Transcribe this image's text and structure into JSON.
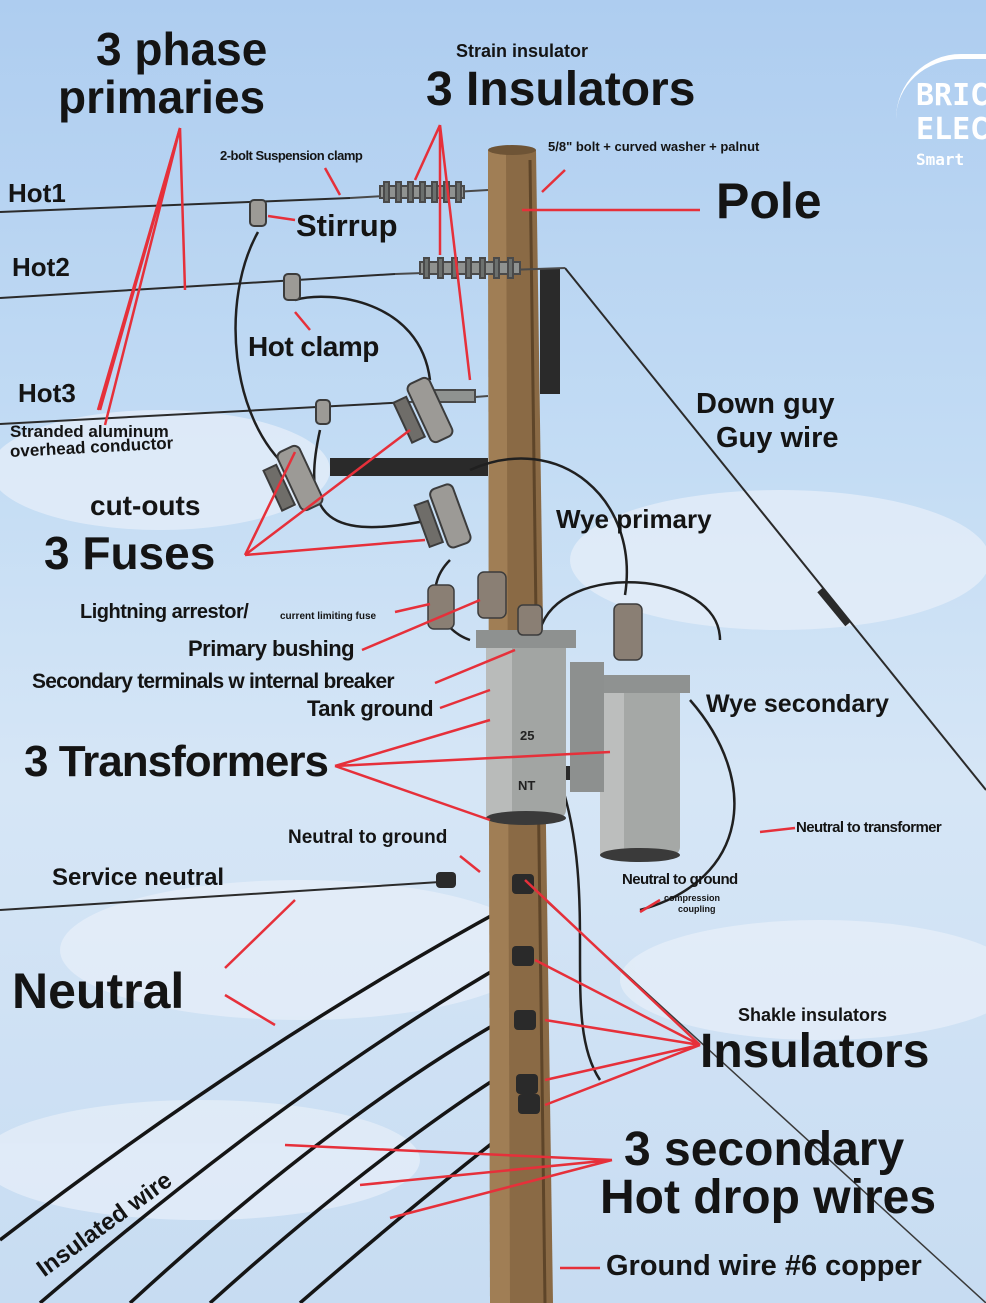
{
  "labels": {
    "three_phase_primaries_1": "3 phase",
    "three_phase_primaries_2": "primaries",
    "strain_insulator": "Strain insulator",
    "three_insulators": "3 Insulators",
    "bolt_note": "5/8\" bolt + curved washer + palnut",
    "suspension_clamp": "2-bolt Suspension clamp",
    "hot1": "Hot1",
    "stirrup": "Stirrup",
    "pole": "Pole",
    "hot2": "Hot2",
    "hot_clamp": "Hot clamp",
    "hot3": "Hot3",
    "stranded_1": "Stranded aluminum",
    "stranded_2": "overhead conductor",
    "down_guy": "Down guy",
    "guy_wire": "Guy wire",
    "cut_outs": "cut-outs",
    "three_fuses": "3 Fuses",
    "wye_primary": "Wye primary",
    "lightning_arrestor": "Lightning arrestor/",
    "current_limiting_fuse": "current limiting fuse",
    "primary_bushing": "Primary bushing",
    "secondary_terminals": "Secondary terminals w internal breaker",
    "tank_ground": "Tank ground",
    "wye_secondary": "Wye secondary",
    "three_transformers": "3 Transformers",
    "neutral_to_transformer": "Neutral to transformer",
    "neutral_to_ground_1": "Neutral to ground",
    "service_neutral": "Service neutral",
    "neutral_to_ground_2": "Neutral to ground",
    "compression_coupling_1": "compression",
    "compression_coupling_2": "coupling",
    "neutral": "Neutral",
    "shakle_insulators": "Shakle insulators",
    "insulators": "Insulators",
    "insulated_wire": "Insulated wire",
    "three_secondary": "3 secondary",
    "hot_drop_wires": "Hot drop wires",
    "ground_wire": "Ground wire #6 copper",
    "tank_number": "25",
    "tank_code": "NT"
  },
  "logo": {
    "line1": "BRIC",
    "line2": "ELEC",
    "line3": "Smart"
  },
  "colors": {
    "pointer": "#e6303a",
    "wood": "#8a6a45",
    "tank": "#9ea2a0",
    "sky": "#c3dcf4"
  }
}
